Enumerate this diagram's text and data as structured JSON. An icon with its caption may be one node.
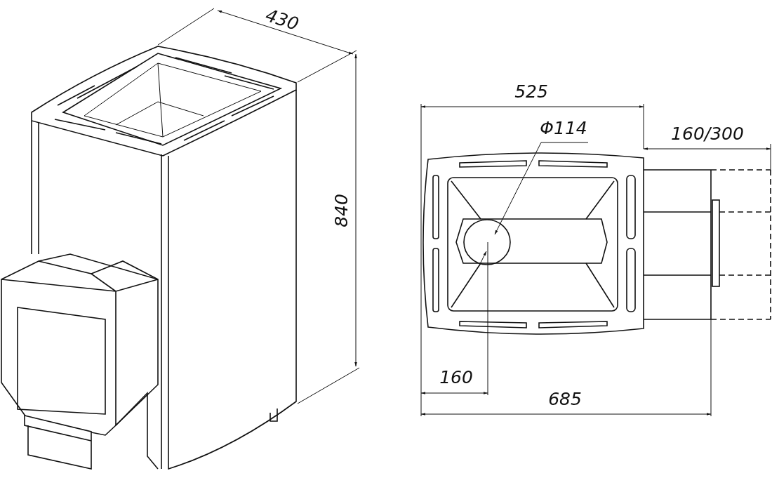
{
  "diagram": {
    "labels": [
      "430",
      "840",
      "525",
      "Φ114",
      "160/300",
      "160",
      "685"
    ]
  }
}
